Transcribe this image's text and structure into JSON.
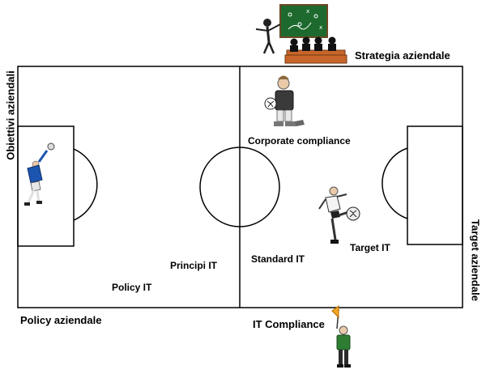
{
  "labels": {
    "strategia": "Strategia aziendale",
    "obiettivi": "Obiettivi aziendali",
    "target_aziendale": "Target aziendale",
    "policy_aziendale": "Policy aziendale",
    "it_compliance": "IT Compliance",
    "corporate_compliance": "Corporate compliance",
    "principi_it": "Principi IT",
    "policy_it": "Policy IT",
    "standard_it": "Standard IT",
    "target_it": "Target IT"
  },
  "icons": [
    "coach-chalkboard-icon",
    "goalkeeper-icon",
    "referee-icon",
    "striker-icon",
    "linesman-flag-icon"
  ],
  "colors": {
    "field_line": "#000000",
    "chalkboard": "#1e6a2e",
    "bench": "#c8652a",
    "goalkeeper": "#1c55b0"
  }
}
